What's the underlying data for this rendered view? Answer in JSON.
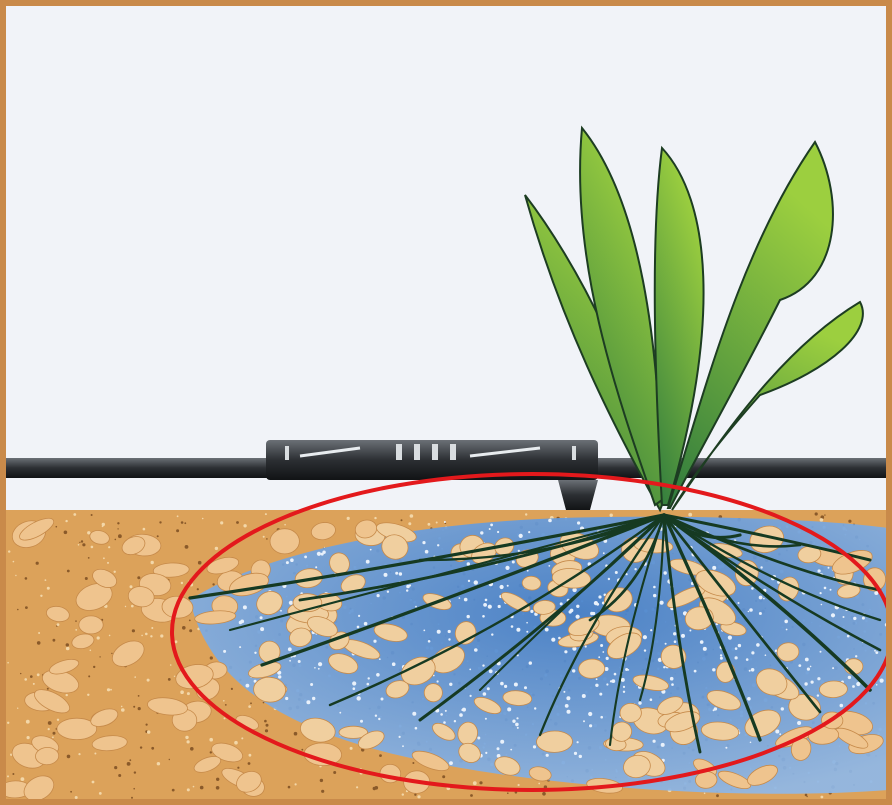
{
  "diagram": {
    "subject": "drip-irrigation-root-zone",
    "elements": {
      "drip_line": "drip-line-pipe",
      "emitter": "dripper-emitter",
      "plant": "plant-leaves",
      "roots": "plant-roots",
      "wet_zone": "moist-soil-zone",
      "highlight": "red-ellipse-highlight"
    }
  },
  "colors": {
    "sky": "#f1f3f8",
    "frame": "#c98a4a",
    "soil": "#dca25a",
    "pebble": "#efc48e",
    "wet": "#4f8fd6",
    "pipe": "#2c2f33",
    "leaf_dark": "#2f7a3e",
    "leaf_light": "#9ccf3f",
    "root": "#163a22",
    "highlight": "#e3191c"
  }
}
